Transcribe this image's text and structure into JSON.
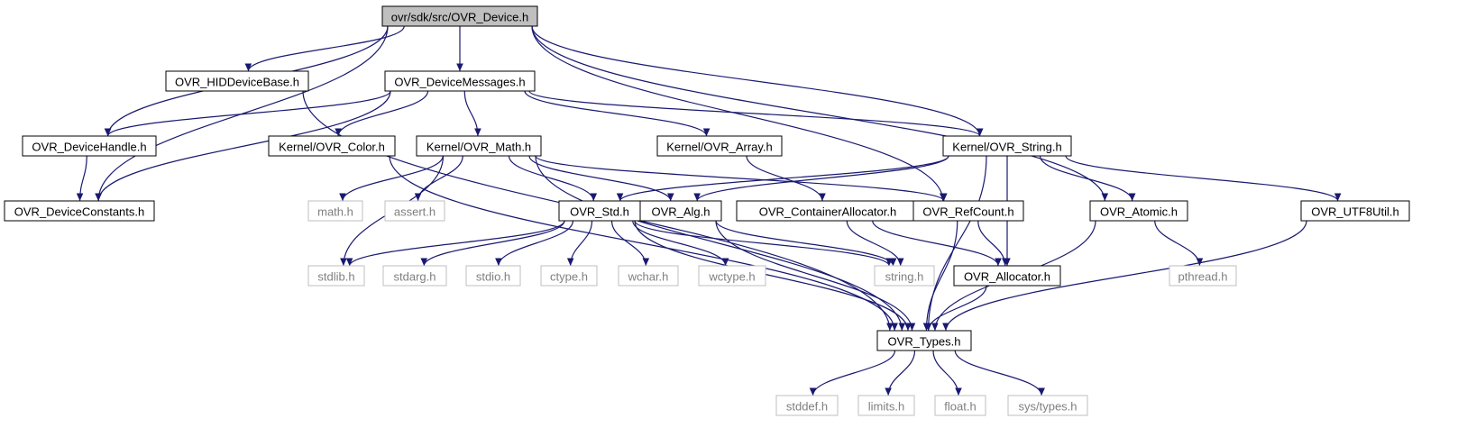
{
  "colors": {
    "edge": "#191970",
    "root_fill": "#bfbfbf",
    "node_border": "#000000",
    "external_border": "#bfbfbf",
    "external_text": "#7f7f7f",
    "text": "#000000"
  },
  "nodes": {
    "root": {
      "label": "ovr/sdk/src/OVR_Device.h",
      "kind": "root"
    },
    "hid": {
      "label": "OVR_HIDDeviceBase.h",
      "kind": "header"
    },
    "msgs": {
      "label": "OVR_DeviceMessages.h",
      "kind": "header"
    },
    "handle": {
      "label": "OVR_DeviceHandle.h",
      "kind": "header"
    },
    "color": {
      "label": "Kernel/OVR_Color.h",
      "kind": "header"
    },
    "math": {
      "label": "Kernel/OVR_Math.h",
      "kind": "header"
    },
    "array": {
      "label": "Kernel/OVR_Array.h",
      "kind": "header"
    },
    "string": {
      "label": "Kernel/OVR_String.h",
      "kind": "header"
    },
    "consts": {
      "label": "OVR_DeviceConstants.h",
      "kind": "header"
    },
    "mathh": {
      "label": "math.h",
      "kind": "external"
    },
    "asserth": {
      "label": "assert.h",
      "kind": "external"
    },
    "std": {
      "label": "OVR_Std.h",
      "kind": "header"
    },
    "alg": {
      "label": "OVR_Alg.h",
      "kind": "header"
    },
    "contalloc": {
      "label": "OVR_ContainerAllocator.h",
      "kind": "header"
    },
    "refcount": {
      "label": "OVR_RefCount.h",
      "kind": "header"
    },
    "atomic": {
      "label": "OVR_Atomic.h",
      "kind": "header"
    },
    "utf8": {
      "label": "OVR_UTF8Util.h",
      "kind": "header"
    },
    "stdlib": {
      "label": "stdlib.h",
      "kind": "external"
    },
    "stdarg": {
      "label": "stdarg.h",
      "kind": "external"
    },
    "stdio": {
      "label": "stdio.h",
      "kind": "external"
    },
    "ctype": {
      "label": "ctype.h",
      "kind": "external"
    },
    "wchar": {
      "label": "wchar.h",
      "kind": "external"
    },
    "wctype": {
      "label": "wctype.h",
      "kind": "external"
    },
    "stringh": {
      "label": "string.h",
      "kind": "external"
    },
    "allocator": {
      "label": "OVR_Allocator.h",
      "kind": "header"
    },
    "pthread": {
      "label": "pthread.h",
      "kind": "external"
    },
    "types": {
      "label": "OVR_Types.h",
      "kind": "header"
    },
    "stddef": {
      "label": "stddef.h",
      "kind": "external"
    },
    "limits": {
      "label": "limits.h",
      "kind": "external"
    },
    "float": {
      "label": "float.h",
      "kind": "external"
    },
    "systypes": {
      "label": "sys/types.h",
      "kind": "external"
    }
  },
  "edges": [
    [
      "root",
      "hid"
    ],
    [
      "root",
      "msgs"
    ],
    [
      "root",
      "handle"
    ],
    [
      "root",
      "consts"
    ],
    [
      "root",
      "string"
    ],
    [
      "root",
      "refcount"
    ],
    [
      "root",
      "atomic"
    ],
    [
      "hid",
      "types"
    ],
    [
      "msgs",
      "handle"
    ],
    [
      "msgs",
      "consts"
    ],
    [
      "msgs",
      "color"
    ],
    [
      "msgs",
      "math"
    ],
    [
      "msgs",
      "array"
    ],
    [
      "msgs",
      "string"
    ],
    [
      "handle",
      "consts"
    ],
    [
      "color",
      "types"
    ],
    [
      "math",
      "mathh"
    ],
    [
      "math",
      "asserth"
    ],
    [
      "math",
      "std"
    ],
    [
      "math",
      "alg"
    ],
    [
      "math",
      "refcount"
    ],
    [
      "math",
      "stdlib"
    ],
    [
      "math",
      "types"
    ],
    [
      "array",
      "contalloc"
    ],
    [
      "string",
      "std"
    ],
    [
      "string",
      "alg"
    ],
    [
      "string",
      "allocator"
    ],
    [
      "string",
      "atomic"
    ],
    [
      "string",
      "utf8"
    ],
    [
      "string",
      "types"
    ],
    [
      "std",
      "stdlib"
    ],
    [
      "std",
      "stdarg"
    ],
    [
      "std",
      "stdio"
    ],
    [
      "std",
      "ctype"
    ],
    [
      "std",
      "wchar"
    ],
    [
      "std",
      "wctype"
    ],
    [
      "std",
      "stringh"
    ],
    [
      "std",
      "types"
    ],
    [
      "alg",
      "stringh"
    ],
    [
      "alg",
      "types"
    ],
    [
      "contalloc",
      "stringh"
    ],
    [
      "contalloc",
      "allocator"
    ],
    [
      "refcount",
      "allocator"
    ],
    [
      "refcount",
      "types"
    ],
    [
      "atomic",
      "pthread"
    ],
    [
      "atomic",
      "types"
    ],
    [
      "utf8",
      "types"
    ],
    [
      "allocator",
      "types"
    ],
    [
      "types",
      "stddef"
    ],
    [
      "types",
      "limits"
    ],
    [
      "types",
      "float"
    ],
    [
      "types",
      "systypes"
    ]
  ]
}
